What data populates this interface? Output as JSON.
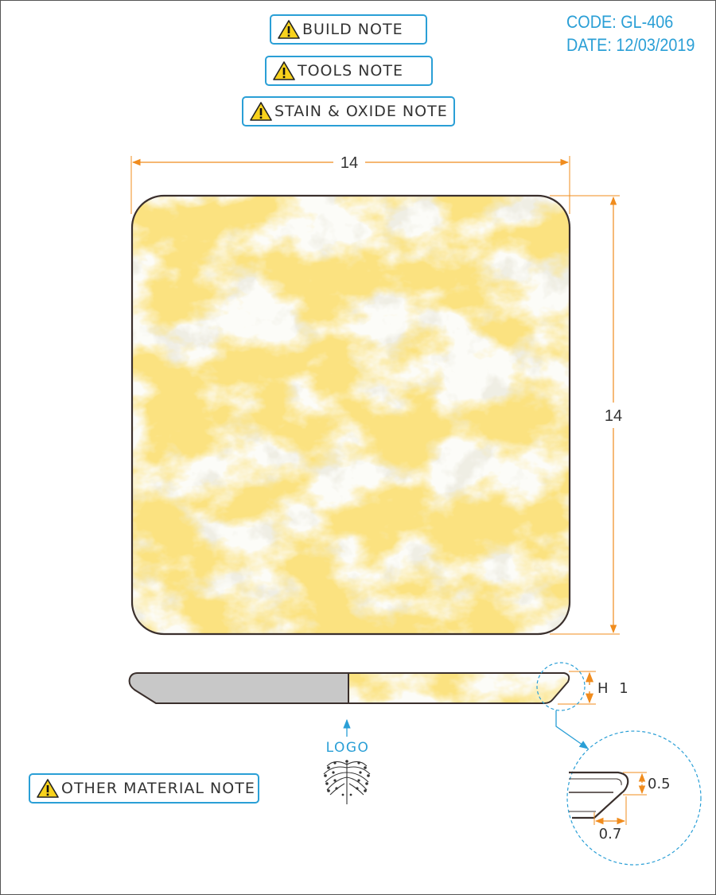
{
  "notes": {
    "build": "BUILD NOTE",
    "tools": "TOOLS NOTE",
    "stain": "STAIN & OXIDE NOTE",
    "other": "OTHER MATERIAL NOTE"
  },
  "header": {
    "code": "CODE: GL-406",
    "date": "DATE: 12/03/2019"
  },
  "dimensions": {
    "width": "14",
    "height": "14",
    "thickness": "H 1",
    "rim_height": "0.5",
    "rim_width": "0.7"
  },
  "labels": {
    "logo": "LOGO"
  },
  "colors": {
    "accent": "#2a9fd6",
    "dimension": "#f08c1e",
    "glaze_yellow": "#f6c336",
    "outline": "#3a2f2c",
    "section_gray": "#c8c8c8"
  },
  "icons": [
    "warning-icon",
    "tree-logo-icon"
  ]
}
